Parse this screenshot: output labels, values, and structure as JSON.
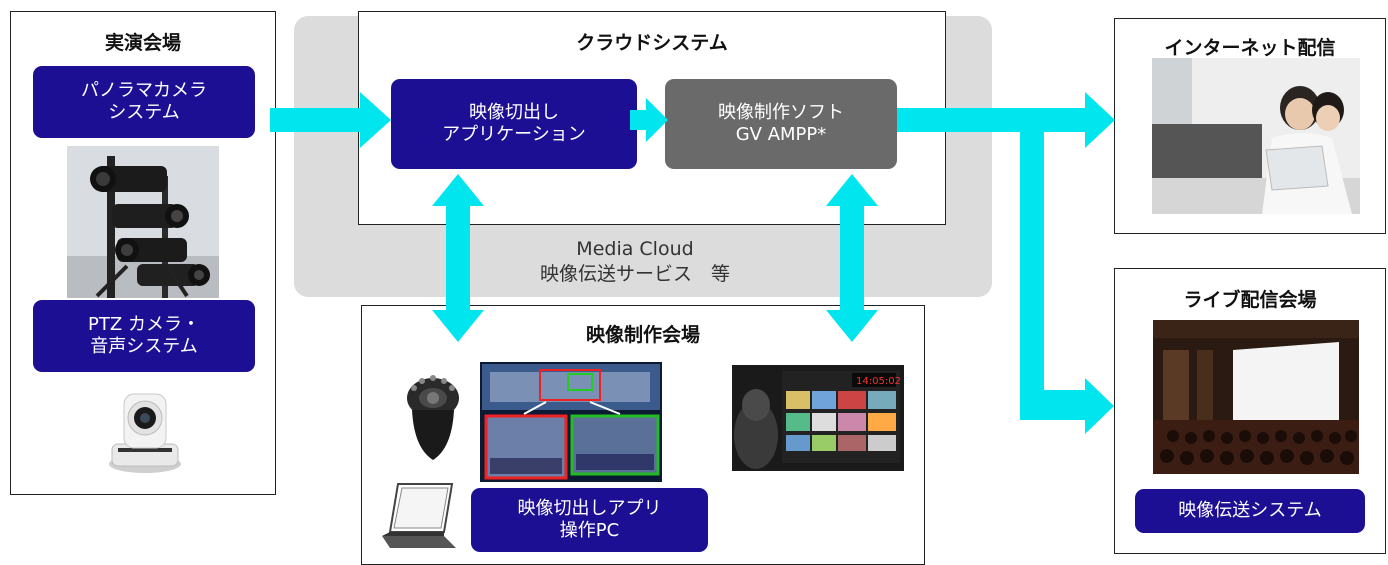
{
  "venue": {
    "title": "実演会場",
    "panorama_label": "パノラマカメラ\nシステム",
    "ptz_label": "PTZ カメラ・\n音声システム"
  },
  "cloud": {
    "title": "クラウドシステム",
    "crop_app_label": "映像切出し\nアプリケーション",
    "production_software_label": "映像制作ソフト\nGV AMPP*"
  },
  "media_cloud": {
    "line1": "Media Cloud",
    "line2": "映像伝送サービス　等"
  },
  "production": {
    "title": "映像制作会場",
    "crop_app_pc_label": "映像切出しアプリ\n操作PC"
  },
  "internet": {
    "title": "インターネット配信"
  },
  "live_venue": {
    "title": "ライブ配信会場",
    "transmission_label": "映像伝送システム"
  },
  "colors": {
    "navy": "#1c0f93",
    "gray_box": "#6a6a6a",
    "arrow_cyan": "#00e5ee",
    "band_gray": "#dcdcdc"
  }
}
